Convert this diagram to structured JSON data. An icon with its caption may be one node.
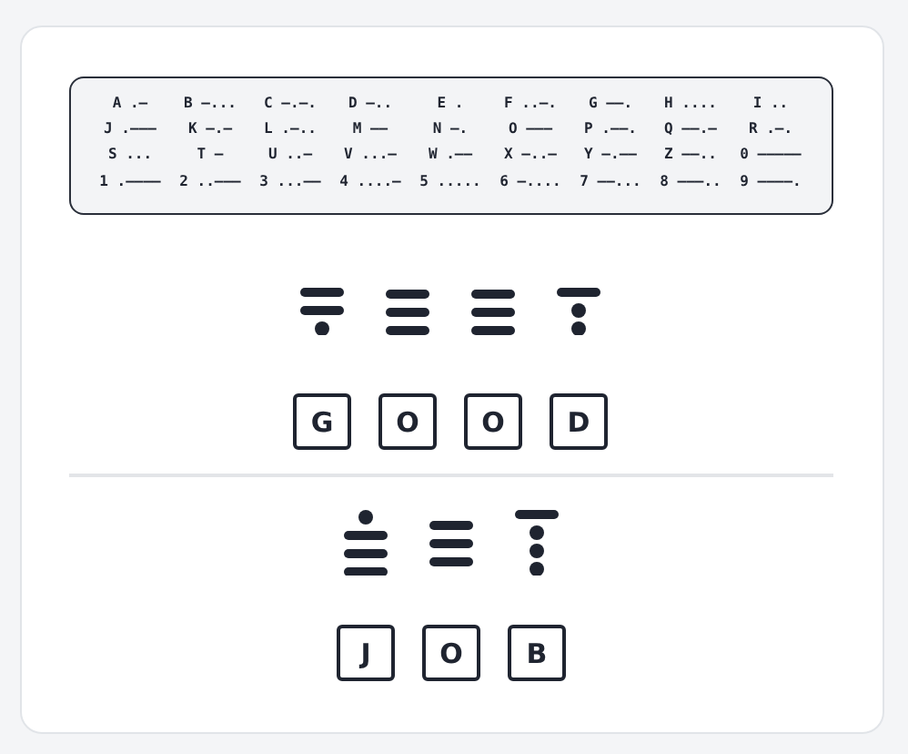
{
  "diagram": {
    "nodes": [
      {
        "text": [
          "A .—",
          "B —...",
          "C —.—.",
          "D —..",
          "E .",
          "F ..—.",
          "G ——.",
          "H ....",
          "I ..",
          "J .———",
          "K —.—",
          "L .—..",
          "M ——",
          "N —.",
          "O ———",
          "P .——.",
          "Q ——.—",
          "R .—.",
          "S ...",
          "T —",
          "U ..—",
          "V ...—",
          "W .——",
          "X —..—",
          "Y —.——",
          "Z ——..",
          "0 —————",
          "1 .————",
          "2 ..———",
          "3 ...——",
          "4 ....—",
          "5 .....",
          "6 —....",
          "7 ——...",
          "8 ———..",
          "9 ————."
        ]
      },
      {
        "text": [
          "G"
        ]
      },
      {
        "text": [
          "O"
        ]
      },
      {
        "text": [
          "O"
        ]
      },
      {
        "text": [
          "D"
        ]
      },
      {
        "text": [
          "J"
        ]
      },
      {
        "text": [
          "O"
        ]
      },
      {
        "text": [
          "B"
        ]
      }
    ]
  }
}
